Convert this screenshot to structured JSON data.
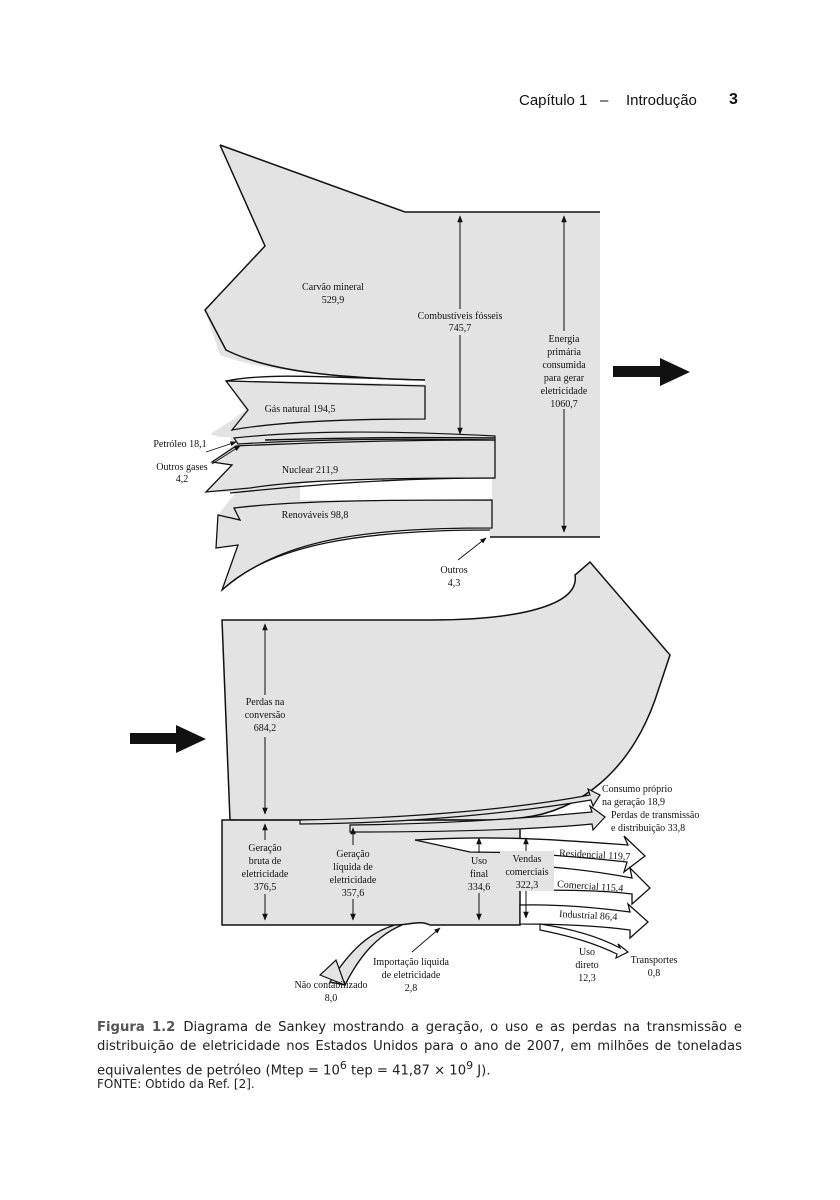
{
  "header": {
    "chapter": "Capítulo 1",
    "dash": "–",
    "section": "Introdução",
    "page_number": "3"
  },
  "diagram": {
    "fill_color": "#e3e3e3",
    "stroke_color": "#111111",
    "top": {
      "carvao": [
        "Carvão mineral",
        "529,9"
      ],
      "combustiveis": [
        "Combustíveis fósseis",
        "745,7"
      ],
      "energia": [
        "Energia",
        "primária",
        "consumida",
        "para gerar",
        "eletricidade",
        "1060,7"
      ],
      "gas": "Gás natural 194,5",
      "petroleo": "Petróleo 18,1",
      "outros_gases": [
        "Outros gases",
        "4,2"
      ],
      "nuclear": "Nuclear 211,9",
      "renovaveis": "Renováveis 98,8",
      "outros": [
        "Outros",
        "4,3"
      ]
    },
    "bottom": {
      "perdas_conversao": [
        "Perdas na",
        "conversão",
        "684,2"
      ],
      "consumo_proprio": [
        "Consumo próprio",
        "na geração 18,9"
      ],
      "perdas_transmissao": [
        "Perdas de transmissão",
        "e distribuição 33,8"
      ],
      "geracao_bruta": [
        "Geração",
        "bruta de",
        "eletricidade",
        "376,5"
      ],
      "geracao_liquida": [
        "Geração",
        "líquida de",
        "eletricidade",
        "357,6"
      ],
      "uso_final": [
        "Uso",
        "final",
        "334,6"
      ],
      "vendas": [
        "Vendas",
        "comerciais",
        "322,3"
      ],
      "residencial": "Residencial 119,7",
      "comercial": "Comercial 115,4",
      "industrial": "Industrial 86,4",
      "uso_direto": [
        "Uso",
        "direto",
        "12,3"
      ],
      "transportes": [
        "Transportes",
        "0,8"
      ],
      "nao_contabilizado": [
        "Não contabilizado",
        "8,0"
      ],
      "importacao": [
        "Importação líquida",
        "de eletricidade",
        "2,8"
      ]
    }
  },
  "caption": {
    "figure_label": "Figura 1.2",
    "text_before_exp1": "Diagrama de Sankey mostrando a geração, o uso e as perdas na transmissão e distribuição de eletricidade nos Estados Unidos para o ano de 2007, em milhões de toneladas equivalentes de petróleo (Mtep = 10",
    "exp1": "6",
    "text_middle": " tep = 41,87 × 10",
    "exp2": "9",
    "text_end": " J).",
    "source": "FONTE: Obtido da Ref. [2]."
  }
}
